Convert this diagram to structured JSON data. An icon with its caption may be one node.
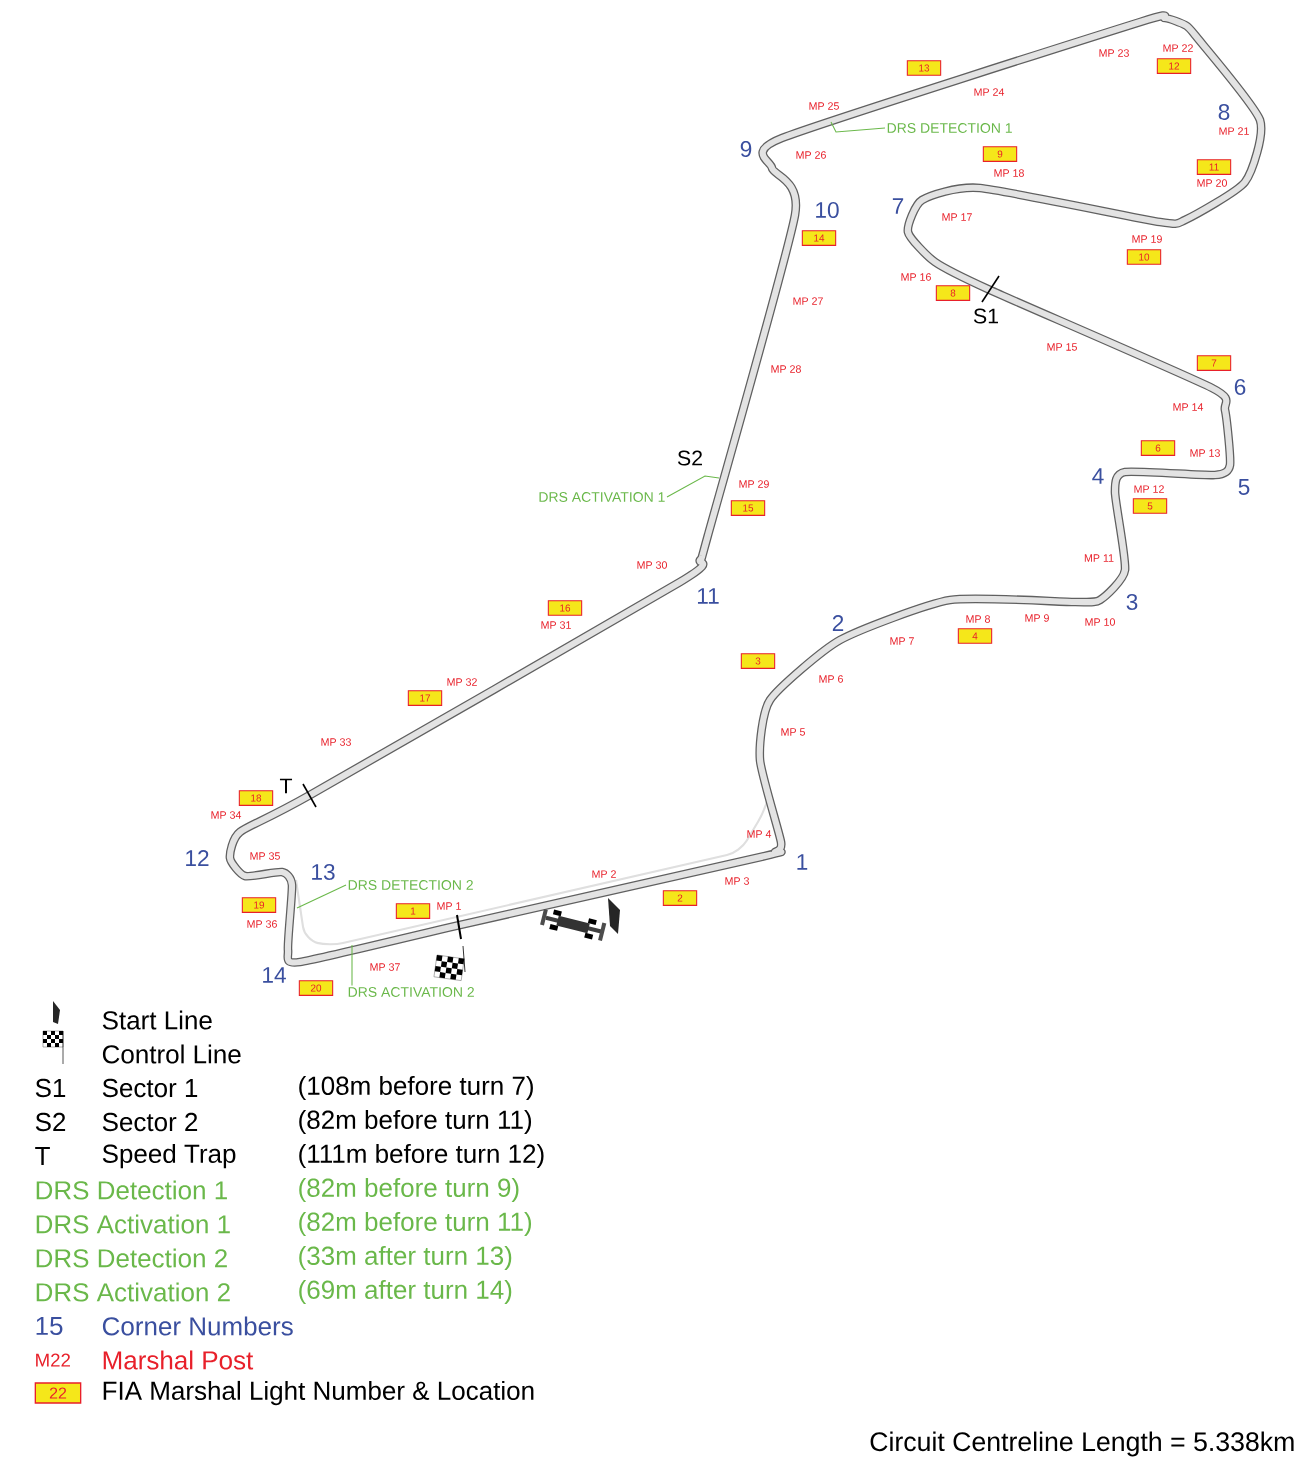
{
  "diagram": {
    "caption": "Circuit Centreline Length = 5.338km",
    "nodes": [
      {
        "text": [
          "1"
        ]
      },
      {
        "text": [
          "2"
        ]
      },
      {
        "text": [
          "3"
        ]
      },
      {
        "text": [
          "4"
        ]
      },
      {
        "text": [
          "5"
        ]
      },
      {
        "text": [
          "6"
        ]
      },
      {
        "text": [
          "7"
        ]
      },
      {
        "text": [
          "8"
        ]
      },
      {
        "text": [
          "9"
        ]
      },
      {
        "text": [
          "10"
        ]
      },
      {
        "text": [
          "11"
        ]
      },
      {
        "text": [
          "12"
        ]
      },
      {
        "text": [
          "13"
        ]
      },
      {
        "text": [
          "14"
        ]
      },
      {
        "text": [
          "15"
        ]
      },
      {
        "text": [
          "16"
        ]
      },
      {
        "text": [
          "17"
        ]
      },
      {
        "text": [
          "18"
        ]
      },
      {
        "text": [
          "19"
        ]
      },
      {
        "text": [
          "20"
        ]
      },
      {
        "text": [
          "DRS DETECTION 1"
        ]
      },
      {
        "text": [
          "DRS ACTIVATION 1"
        ]
      },
      {
        "text": [
          "DRS DETECTION 2"
        ]
      },
      {
        "text": [
          "DRS ACTIVATION 2"
        ]
      },
      {
        "text": [
          "22"
        ]
      }
    ],
    "edges": [
      {
        "from": 20,
        "to": null,
        "arrow": "none"
      },
      {
        "from": 21,
        "to": null,
        "arrow": "none"
      },
      {
        "from": 22,
        "to": null,
        "arrow": "none"
      },
      {
        "from": 23,
        "to": null,
        "arrow": "none"
      }
    ],
    "labels": [
      "1",
      "2",
      "3",
      "4",
      "5",
      "6",
      "7",
      "8",
      "9",
      "10",
      "11",
      "12",
      "13",
      "14",
      "MP 1",
      "MP 2",
      "MP 3",
      "MP 4",
      "MP 5",
      "MP 6",
      "MP 7",
      "MP 8",
      "MP 9",
      "MP 10",
      "MP 11",
      "MP 12",
      "MP 13",
      "MP 14",
      "MP 15",
      "MP 16",
      "MP 17",
      "MP 18",
      "MP 19",
      "MP 20",
      "MP 21",
      "MP 22",
      "MP 23",
      "MP 24",
      "MP 25",
      "MP 26",
      "MP 27",
      "MP 28",
      "MP 29",
      "MP 30",
      "MP 31",
      "MP 32",
      "MP 33",
      "MP 34",
      "MP 35",
      "MP 36",
      "MP 37",
      "S1",
      "S2",
      "T",
      "S1",
      "Sector 1",
      "(108m before turn 7)",
      "S2",
      "Sector 2",
      "(82m before turn 11)",
      "T",
      "Speed Trap",
      "(111m before turn 12)",
      "DRS Detection 1",
      "(82m before turn 9)",
      "DRS Activation 1",
      "(82m before turn 11)",
      "DRS Detection 2",
      "(33m after turn 13)",
      "DRS Activation 2",
      "(69m after turn 14)",
      "15",
      "Corner Numbers",
      "M22",
      "Marshal Post",
      "FIA Marshal Light Number & Location"
    ],
    "legend": [
      {
        "text": "Start Line"
      },
      {
        "text": "Control Line"
      }
    ]
  }
}
